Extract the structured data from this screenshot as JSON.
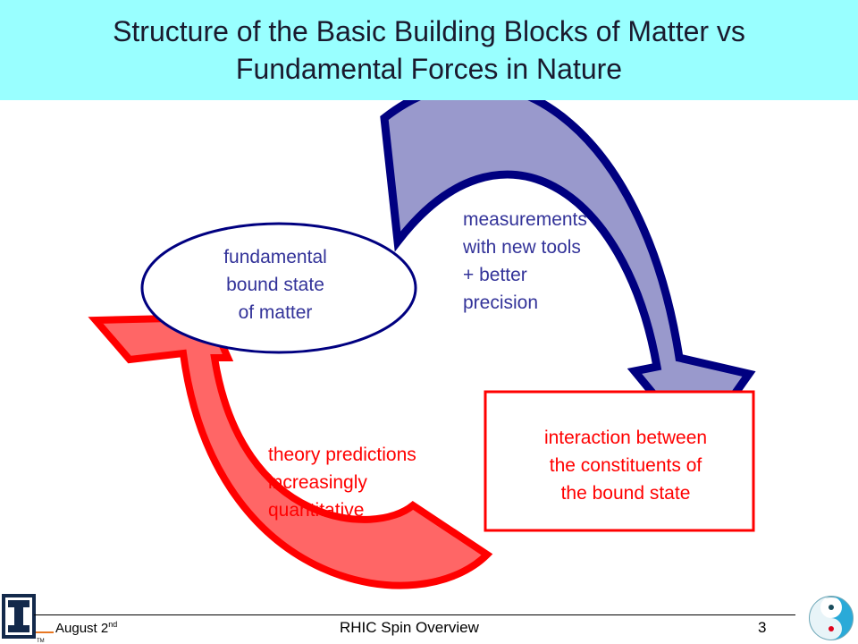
{
  "title": {
    "line1": "Structure of the Basic Building Blocks of Matter vs",
    "line2": "Fundamental Forces in Nature"
  },
  "diagram": {
    "ellipse": {
      "line1": "fundamental",
      "line2": "bound state",
      "line3": "of matter"
    },
    "blue_arrow": {
      "line1": "measurements",
      "line2": "with new tools",
      "line3": "+ better",
      "line4": "precision"
    },
    "red_arrow": {
      "line1": "theory predictions",
      "line2": "increasingly",
      "line3": "quantitative"
    },
    "box": {
      "line1": "interaction between",
      "line2": "the constituents of",
      "line3": "the bound state"
    }
  },
  "colors": {
    "title_bg": "#99ffff",
    "blue_text": "#333399",
    "blue_arrow_fill": "#9999cc",
    "blue_arrow_stroke": "#000080",
    "red": "#ff0000",
    "red_arrow_fill": "#ff6666"
  },
  "footer": {
    "date": "August 2",
    "date_suffix": "nd",
    "center": "RHIC Spin Overview",
    "page": "3"
  },
  "icons": {
    "left_logo": "illinois-block-i-logo",
    "right_logo": "yin-yang-logo"
  }
}
